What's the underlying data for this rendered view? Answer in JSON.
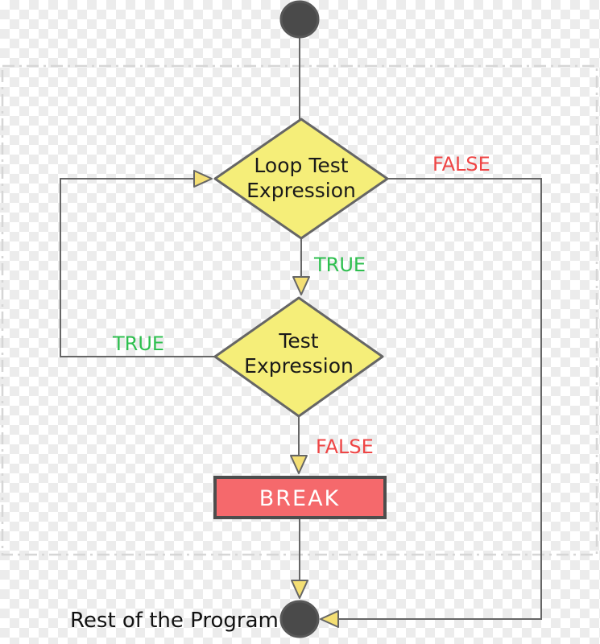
{
  "colors": {
    "diamond_fill": "#F5EE79",
    "shape_border": "#666666",
    "break_fill": "#F5696C",
    "break_border": "#4D4D4D",
    "terminal_fill": "#4A4A4A",
    "arrowhead_fill": "#F4DF74",
    "connector_line": "#666666",
    "true_label_text": "#2EBF4F",
    "false_label_text": "#EF4545",
    "dashed_frame": "#D6D6D6",
    "break_text": "#FFFFFF",
    "node_text": "#1A1A1A",
    "checker_gray": "#ECECEC"
  },
  "flowchart": {
    "decision_loop_test": {
      "line1": "Loop Test",
      "line2": "Expression"
    },
    "decision_test": {
      "line1": "Test",
      "line2": "Expression"
    },
    "break_node": {
      "label": "BREAK"
    },
    "edge_labels": {
      "loop_test_false": "FALSE",
      "loop_test_true": "TRUE",
      "test_true": "TRUE",
      "test_false": "FALSE"
    },
    "end_caption": "Rest of the Program"
  }
}
